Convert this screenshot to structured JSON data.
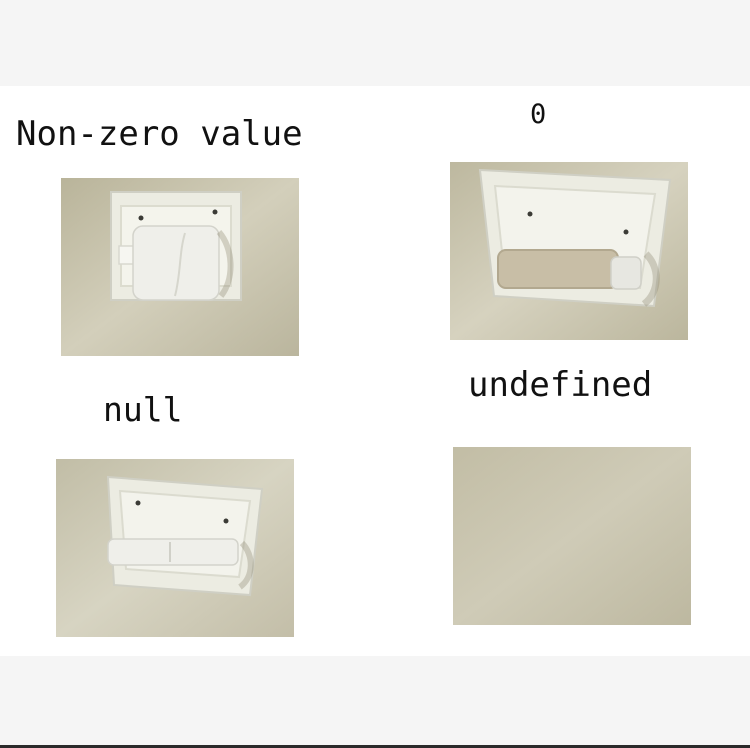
{
  "labels": {
    "non_zero": "Non-zero value",
    "zero": "0",
    "null": "null",
    "undefined": "undefined"
  },
  "colors": {
    "background": "#f5f5f5",
    "panel": "#ffffff",
    "wall": "#c9c5ae",
    "holder": "#ecece2",
    "paper": "#efefea",
    "core": "#c8bea6"
  }
}
